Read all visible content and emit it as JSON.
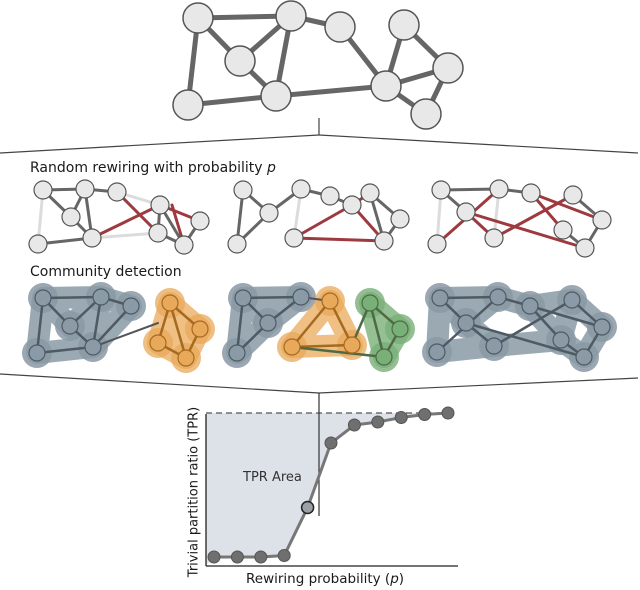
{
  "labels": {
    "rewiring": "Random rewiring with probability ",
    "p": "p",
    "community": "Community detection",
    "tpr_area": "TPR Area",
    "xlabel_text": "Rewiring probability (",
    "xlabel_close": ")",
    "ylabel": "Trivial partition ratio (TPR)"
  },
  "colors": {
    "node_fill": "#e8e8e8",
    "node_stroke": "#555555",
    "edge": "#666666",
    "rewired_edge": "#9e3a3f",
    "removed_edge": "#dcdcdc",
    "community_blue": "#8a9aa6",
    "community_orange": "#e9a95a",
    "community_green": "#79b078",
    "tpr_area": "#dde1e8"
  },
  "chart_data": {
    "type": "line",
    "title": "",
    "xlabel": "Rewiring probability (p)",
    "ylabel": "Trivial partition ratio (TPR)",
    "x": [
      0,
      1,
      2,
      3,
      4,
      5,
      6,
      7,
      8,
      9,
      10
    ],
    "y": [
      0.02,
      0.02,
      0.02,
      0.03,
      0.35,
      0.78,
      0.9,
      0.92,
      0.95,
      0.97,
      0.98
    ],
    "highlighted_point_index": 4,
    "ylim": [
      0,
      1
    ],
    "area_label": "TPR Area",
    "grid": false
  }
}
